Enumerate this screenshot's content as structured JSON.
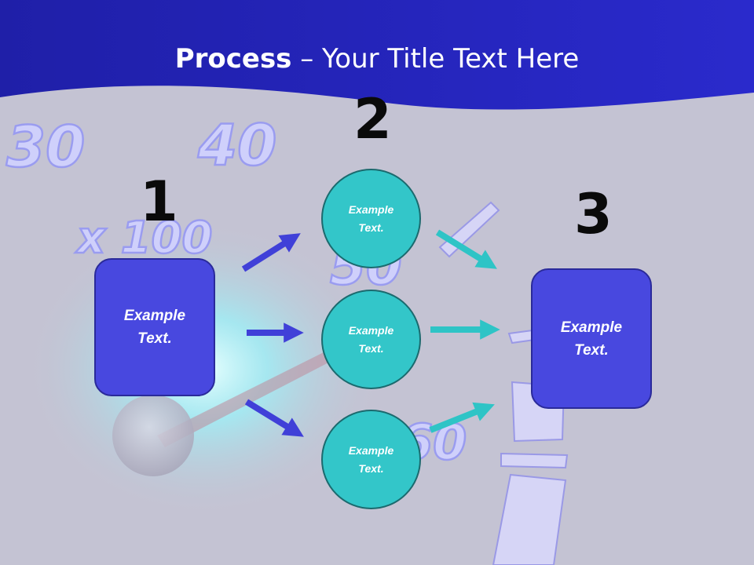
{
  "title": {
    "bold": "Process",
    "rest": " – Your Title Text Here"
  },
  "steps": [
    {
      "number": "1",
      "label_line1": "Example",
      "label_line2": "Text."
    },
    {
      "number": "2"
    },
    {
      "number": "3",
      "label_line1": "Example",
      "label_line2": "Text."
    }
  ],
  "circles": [
    {
      "line1": "Example",
      "line2": "Text."
    },
    {
      "line1": "Example",
      "line2": "Text."
    },
    {
      "line1": "Example",
      "line2": "Text."
    }
  ],
  "gauge": {
    "labels": [
      "30",
      "40",
      "x 100",
      "50",
      "60"
    ]
  },
  "colors": {
    "header": "#2323b8",
    "box": "#4848df",
    "circle": "#33c6c9",
    "arrow_left": "#4040d8",
    "arrow_right": "#2ec4c6"
  }
}
